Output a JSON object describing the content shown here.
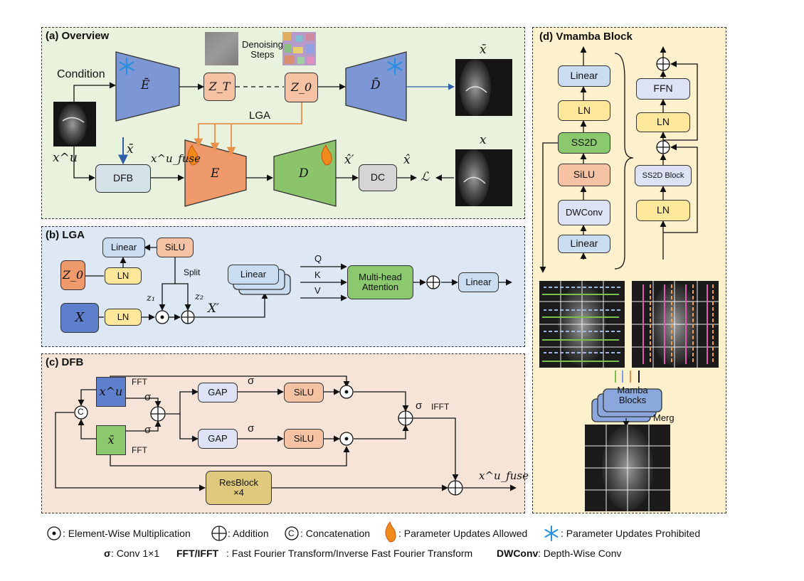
{
  "overview": {
    "title": "(a) Overview",
    "condition": "Condition",
    "denoising": "Denoising\nSteps",
    "zt": "Z_T",
    "z0": "Z_0",
    "lga": "LGA",
    "xbar_top": "x̄",
    "xbar_arrow": "x̄",
    "xu": "x^u",
    "xfuse": "x^u_fuse",
    "dfb": "DFB",
    "e_bar": "Ē",
    "d_bar": "D̄",
    "e": "E",
    "d": "D",
    "xhat_prime": "x̂′",
    "xhat": "x̂",
    "dc": "DC",
    "loss": "ℒ",
    "x": "x"
  },
  "lga": {
    "title": "(b) LGA",
    "linear_top": "Linear",
    "silu": "SiLU",
    "z0": "Z_0",
    "ln1": "LN",
    "split": "Split",
    "z1": "z₁",
    "z2": "z₂",
    "xprime": "X′",
    "x": "X",
    "ln2": "LN",
    "linear_stack": "Linear",
    "q": "Q",
    "k": "K",
    "v": "V",
    "mha": "Multi-head\nAttention",
    "linear_out": "Linear"
  },
  "dfb": {
    "title": "(c) DFB",
    "xu": "x^u",
    "xbar": "x̄",
    "fft1": "FFT",
    "fft2": "FFT",
    "sigma1": "σ",
    "sigma2": "σ",
    "sigma3": "σ",
    "sigma4": "σ",
    "sigma5": "σ",
    "gap1": "GAP",
    "gap2": "GAP",
    "silu1": "SiLU",
    "silu2": "SiLU",
    "ifft": "IFFT",
    "concat": "C",
    "resblock": "ResBlock\n×4",
    "xfuse": "x^u_fuse"
  },
  "vmamba": {
    "title": "(d) Vmamba Block",
    "left_stack": [
      "Linear",
      "LN",
      "SS2D",
      "SiLU",
      "DWConv",
      "Linear"
    ],
    "right_stack": [
      "FFN",
      "LN",
      "SS2D Block",
      "LN"
    ],
    "mamba": "Mamba\nBlocks",
    "merg": "Merg"
  },
  "legend": {
    "mult": ": Element-Wise Multiplication",
    "add": ": Addition",
    "concat_sym": "C",
    "concat": ": Concatenation",
    "allowed": ": Parameter Updates Allowed",
    "prohibited": ": Parameter Updates Prohibited",
    "sigma_key": "σ",
    "sigma_desc": ": Conv 1×1",
    "fft_key": "FFT/IFFT",
    "fft_desc": ": Fast Fourier Transform/Inverse Fast Fourier Transform",
    "dw_key": "DWConv",
    "dw_desc": ": Depth-Wise Conv"
  },
  "colors": {
    "panel_a": "#e8f2dc",
    "panel_b": "#dde8f4",
    "panel_c": "#f6e4d8",
    "panel_d": "#fdf0cc",
    "encoder_blue": "#7d97d4",
    "encoder_orange": "#ee9a6c",
    "decoder_green": "#8cc46c",
    "box_blue": "#c9dcf0",
    "box_yellow": "#fde79a",
    "box_orange": "#f5c3a4",
    "box_green": "#8cc96e",
    "box_gray": "#d5d5d5",
    "box_lav": "#dde3f5",
    "box_gold": "#dfc97c",
    "arrow_orange": "#e8914a",
    "arrow_blue": "#2f5fa8"
  }
}
